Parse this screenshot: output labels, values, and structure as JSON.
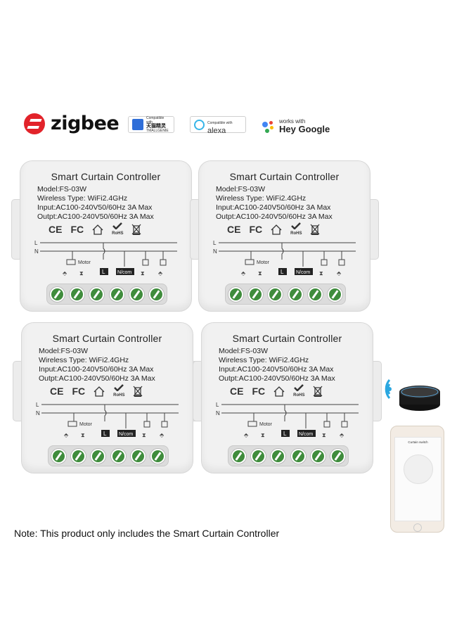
{
  "logos": {
    "zigbee": "zigbee",
    "tmall": {
      "small": "Compatible with",
      "main": "天猫精灵",
      "sub": "TMALLGENIE"
    },
    "alexa": {
      "small": "Compatible with",
      "main": "alexa"
    },
    "google": {
      "small": "works with",
      "main": "Hey Google"
    }
  },
  "module": {
    "title": "Smart Curtain Controller",
    "model": "Model:FS-03W",
    "wireless": "Wireless Type: WiFi2.4GHz",
    "input": "Input:AC100-240V50/60Hz 3A Max",
    "output": "Outpt:AC100-240V50/60Hz 3A Max",
    "rohs": "RoHS",
    "ce": "CE",
    "fc": "FC",
    "line_l": "L",
    "line_n": "N",
    "motor": "Motor",
    "term_l": "L",
    "term_ncom": "N/com"
  },
  "phone": {
    "screen_title": "Curtain switch"
  },
  "note": "Note: This product only includes the Smart Curtain Controller",
  "colors": {
    "zigbee_red": "#e2232a",
    "terminal_green": "#3f8c3c",
    "alexa_blue": "#37b5e8"
  }
}
